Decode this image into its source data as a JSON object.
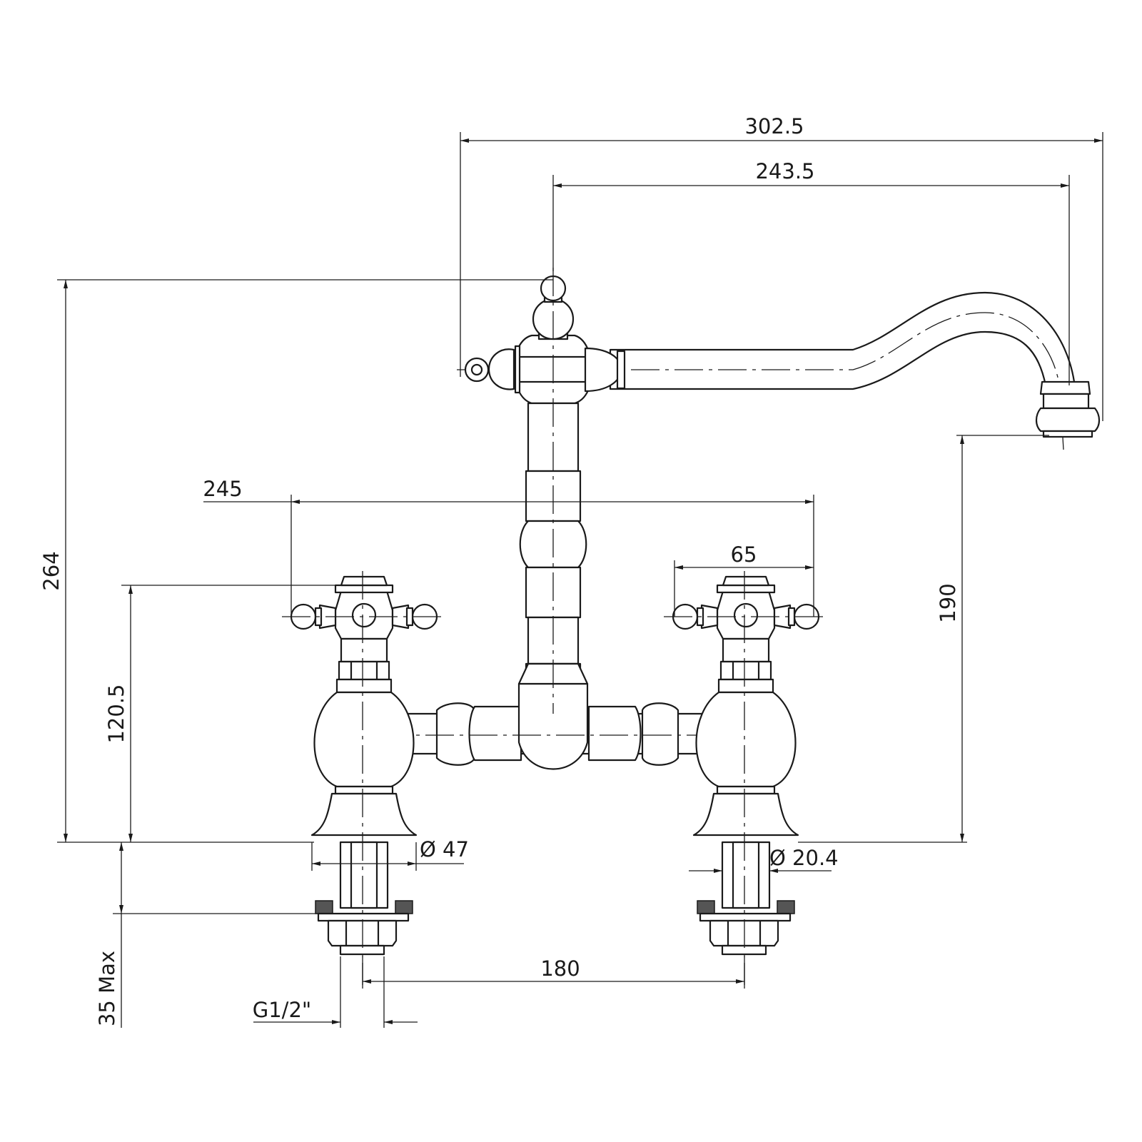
{
  "dimensions": {
    "overall_width": "302.5",
    "spout_reach": "243.5",
    "overall_height": "264",
    "spout_height": "190",
    "handle_span": "245",
    "handle_width": "65",
    "valve_height": "120.5",
    "base_diameter": "Ø 47",
    "shank_diameter": "Ø 20.4",
    "centres": "180",
    "deck_thickness": "35 Max",
    "thread": "G1/2\""
  },
  "colors": {
    "line": "#1a1a1a",
    "background": "#ffffff",
    "hatch": "#555555"
  }
}
